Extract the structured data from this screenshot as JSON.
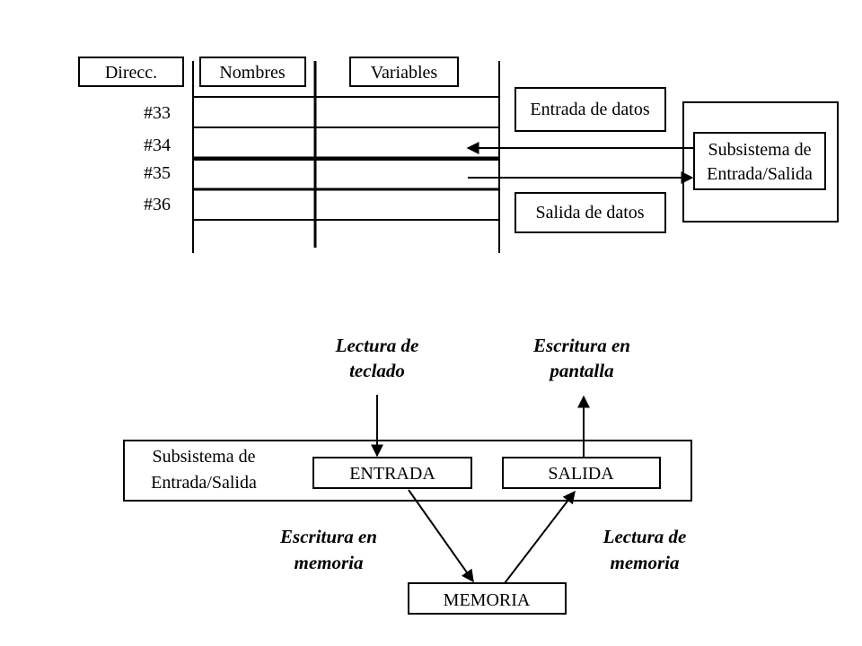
{
  "top_diagram": {
    "headers": {
      "address": "Direcc.",
      "names": "Nombres",
      "variables": "Variables"
    },
    "addresses": [
      "#33",
      "#34",
      "#35",
      "#36"
    ],
    "input_box": "Entrada de datos",
    "output_box": "Salida de datos",
    "subsystem": {
      "line1": "Subsistema de",
      "line2": "Entrada/Salida"
    }
  },
  "bottom_diagram": {
    "subsystem": {
      "line1": "Subsistema de",
      "line2": "Entrada/Salida"
    },
    "entrada": "ENTRADA",
    "salida": "SALIDA",
    "memoria": "MEMORIA",
    "keyboard_read": {
      "line1": "Lectura de",
      "line2": "teclado"
    },
    "screen_write": {
      "line1": "Escritura en",
      "line2": "pantalla"
    },
    "memory_write": {
      "line1": "Escritura en",
      "line2": "memoria"
    },
    "memory_read": {
      "line1": "Lectura de",
      "line2": "memoria"
    }
  }
}
